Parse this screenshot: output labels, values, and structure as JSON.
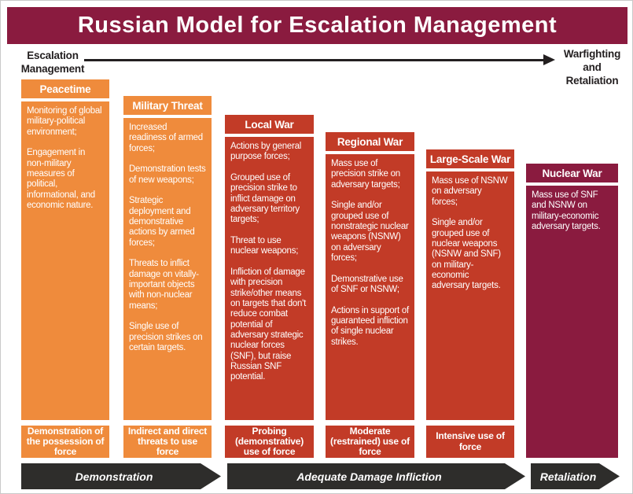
{
  "title": "Russian Model for Escalation Management",
  "colors": {
    "maroon": "#8A1B3F",
    "orange": "#EF8B3C",
    "red": "#C23B27",
    "arrow_dark": "#2E2D2B",
    "text_dark": "#231F20"
  },
  "axis": {
    "left_label": "Escalation\nManagement",
    "right_label": "Warfighting\nand\nRetaliation"
  },
  "columns": [
    {
      "title": "Peacetime",
      "color": "orange",
      "body": "Monitoring of global military-political environment;\n\nEngagement in non-military measures of political, informational, and economic nature.",
      "footer": "Demonstration of the possession of force"
    },
    {
      "title": "Military Threat",
      "color": "orange",
      "body": "Increased readiness of armed forces;\n\nDemonstration tests of new weapons;\n\nStrategic deployment and demonstrative actions by armed forces;\n\nThreats to inflict damage on vitally-important objects with non-nuclear means;\n\nSingle use of precision strikes on certain targets.",
      "footer": "Indirect and direct threats to use force"
    },
    {
      "title": "Local War",
      "color": "red",
      "body": "Actions by general purpose forces;\n\nGrouped use of precision strike to inflict damage on adversary territory targets;\n\nThreat to use nuclear weapons;\n\nInfliction of damage with precision strike/other means on targets that don't reduce combat potential of adversary strategic nuclear forces (SNF), but raise Russian SNF potential.",
      "footer": "Probing (demonstrative) use of force"
    },
    {
      "title": "Regional War",
      "color": "red",
      "body": "Mass use of precision strike on adversary targets;\n\nSingle and/or grouped use of nonstrategic nuclear weapons (NSNW) on adversary forces;\n\nDemonstrative use of SNF or NSNW;\n\nActions in support of guaranteed infliction of single nuclear strikes.",
      "footer": "Moderate (restrained) use of force"
    },
    {
      "title": "Large-Scale War",
      "color": "red",
      "body": "Mass use of NSNW on adversary forces;\n\nSingle and/or grouped use of nuclear weapons (NSNW and SNF) on military-economic adversary targets.",
      "footer": "Intensive use of force"
    },
    {
      "title": "Nuclear War",
      "color": "maroon",
      "body": "Mass use of SNF and NSNW on military-economic adversary targets.",
      "footer": null
    }
  ],
  "bottom_arrows": [
    {
      "label": "Demonstration"
    },
    {
      "label": "Adequate Damage Infliction"
    },
    {
      "label": "Retaliation"
    }
  ]
}
